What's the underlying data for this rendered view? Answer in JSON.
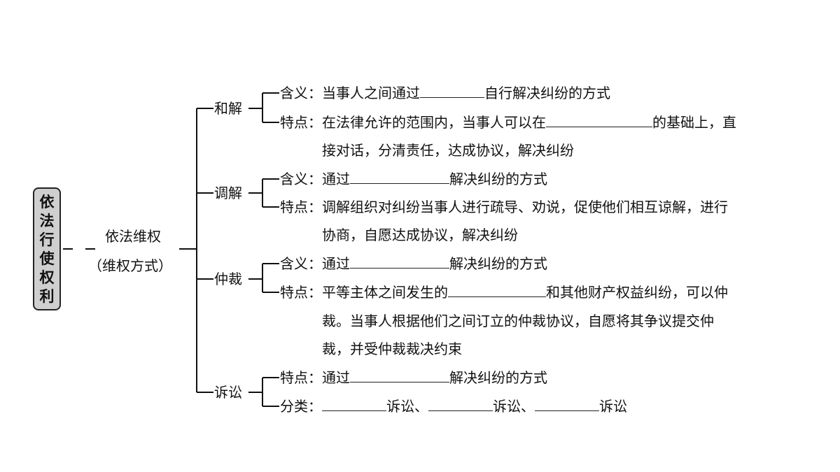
{
  "root": {
    "title": "依法行使权利",
    "chars": [
      "依",
      "法",
      "行",
      "使",
      "权",
      "利"
    ]
  },
  "branch": {
    "title": "依法维权",
    "subtitle": "（维权方式）"
  },
  "methods": [
    {
      "name": "和解",
      "meaning": {
        "label": "含义：",
        "before": "当事人之间通过",
        "after": "自行解决纠纷的方式"
      },
      "feature": {
        "label": "特点：",
        "line1_before": "在法律允许的范围内，当事人可以在",
        "line1_after": "的基础上，直",
        "line2": "接对话，分清责任，达成协议，解决纠纷"
      }
    },
    {
      "name": "调解",
      "meaning": {
        "label": "含义：",
        "before": "通过",
        "after": "解决纠纷的方式"
      },
      "feature": {
        "label": "特点：",
        "line1": "调解组织对纠纷当事人进行疏导、劝说，促使他们相互谅解，进行",
        "line2": "协商，自愿达成协议，解决纠纷"
      }
    },
    {
      "name": "仲裁",
      "meaning": {
        "label": "含义：",
        "before": "通过",
        "after": "解决纠纷的方式"
      },
      "feature": {
        "label": "特点：",
        "line1_before": "平等主体之间发生的",
        "line1_after": "和其他财产权益纠纷，可以仲",
        "line2": "裁。当事人根据他们之间订立的仲裁协议，自愿将其争议提交仲",
        "line3": "裁，并受仲裁裁决约束"
      }
    },
    {
      "name": "诉讼",
      "feature": {
        "label": "特点：",
        "before": "通过",
        "after": "解决纠纷的方式"
      },
      "types": {
        "label": "分类：",
        "suffix1": "诉讼、",
        "suffix2": "诉讼、",
        "suffix3": "诉讼"
      }
    }
  ]
}
